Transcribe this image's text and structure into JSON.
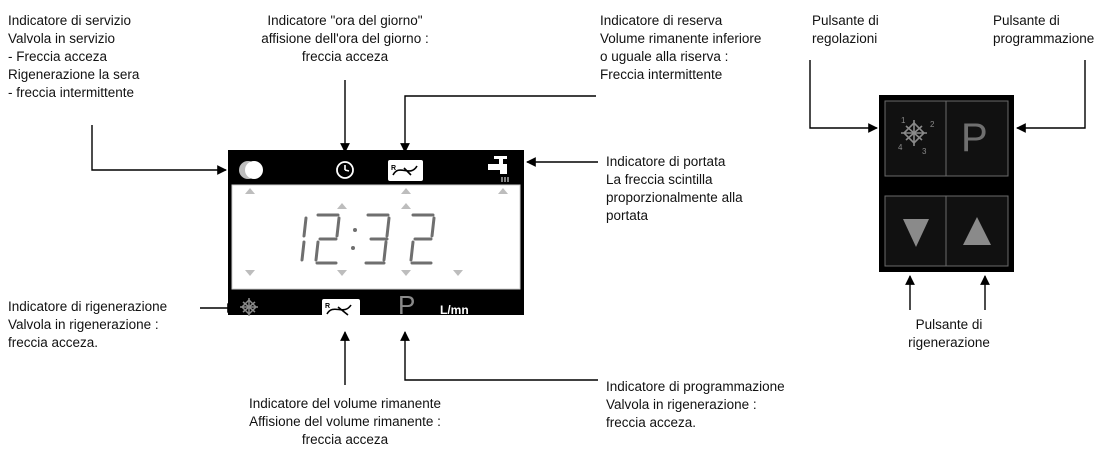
{
  "display": {
    "time": "12:32",
    "unit": "L/mn",
    "prog_symbol": "P"
  },
  "keypad": {
    "prog_symbol": "P",
    "settings_digits": [
      "1",
      "2",
      "3",
      "4"
    ]
  },
  "labels": {
    "service": [
      "Indicatore di servizio",
      "Valvola in servizio",
      "- Freccia acceza",
      "Rigenerazione la sera",
      "- freccia intermittente"
    ],
    "time_of_day": [
      "Indicatore \"ora del giorno\"",
      "affisione dell'ora del giorno :",
      "freccia acceza"
    ],
    "reserve": [
      "Indicatore di reserva",
      "Volume rimanente inferiore",
      "o uguale alla riserva :",
      "Freccia intermittente"
    ],
    "flow": [
      "Indicatore di portata",
      "La freccia scintilla",
      "proporzionalmente alla",
      "portata"
    ],
    "regeneration": [
      "Indicatore di rigenerazione",
      "Valvola in rigenerazione :",
      "freccia acceza."
    ],
    "remaining_volume": [
      "Indicatore del volume rimanente",
      "Affisione del volume rimanente :",
      "freccia acceza"
    ],
    "programming": [
      "Indicatore di programmazione",
      "Valvola in rigenerazione :",
      "freccia acceza."
    ],
    "settings_button": [
      "Pulsante di",
      "regolazioni"
    ],
    "programming_button": [
      "Pulsante di",
      "programmazione"
    ],
    "regeneration_button": [
      "Pulsante di",
      "rigenerazione"
    ]
  }
}
